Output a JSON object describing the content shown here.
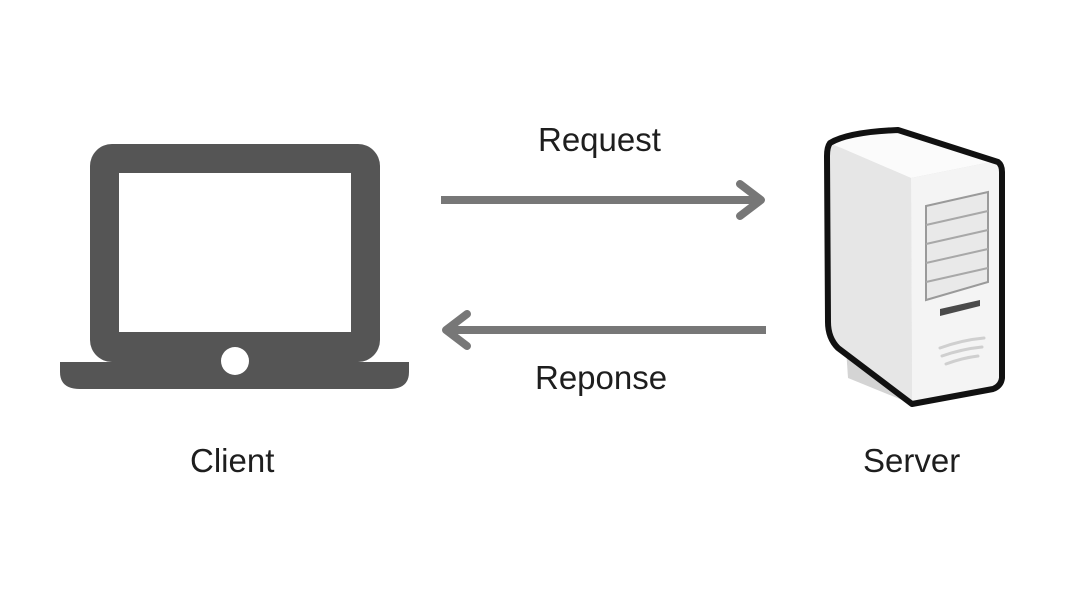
{
  "nodes": {
    "client": {
      "label": "Client",
      "icon": "laptop-icon"
    },
    "server": {
      "label": "Server",
      "icon": "server-tower-icon"
    }
  },
  "edges": {
    "request": {
      "label": "Request",
      "from": "client",
      "to": "server"
    },
    "response": {
      "label": "Reponse",
      "from": "server",
      "to": "client"
    }
  },
  "colors": {
    "laptop": "#555555",
    "arrow": "#777777",
    "server_body": "#f2f2f2",
    "server_outline": "#111111",
    "text": "#1e1e1e"
  }
}
